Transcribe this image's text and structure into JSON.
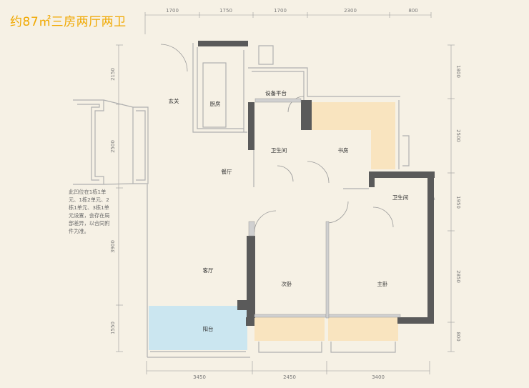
{
  "title": "约87㎡三房两厅两卫",
  "note": "此凹位在1栋1单元、1栋2单元、2栋1单元、3栋1单元设置，会存在局部差异，以合同附件为准。",
  "dimensions": {
    "top": [
      "1700",
      "1750",
      "1700",
      "2300",
      "800"
    ],
    "bottom": [
      "3450",
      "2450",
      "3400"
    ],
    "left": [
      "2150",
      "2500",
      "3900",
      "1550"
    ],
    "right": [
      "1800",
      "2500",
      "1950",
      "2850",
      "800"
    ]
  },
  "rooms": {
    "entrance": "玄关",
    "kitchen": "厨房",
    "equipment_platform": "设备平台",
    "bathroom_1": "卫生间",
    "study": "书房",
    "dining": "餐厅",
    "bathroom_2": "卫生间",
    "living": "客厅",
    "second_bedroom": "次卧",
    "master_bedroom": "主卧",
    "balcony": "阳台"
  },
  "colors": {
    "title": "#f0a800",
    "background": "#f6f1e5",
    "wall_dark": "#5a5a5a",
    "wall_light": "#b8b8b8",
    "floor_wood": "#f9e4bf",
    "balcony_blue": "#cbe6f0"
  }
}
